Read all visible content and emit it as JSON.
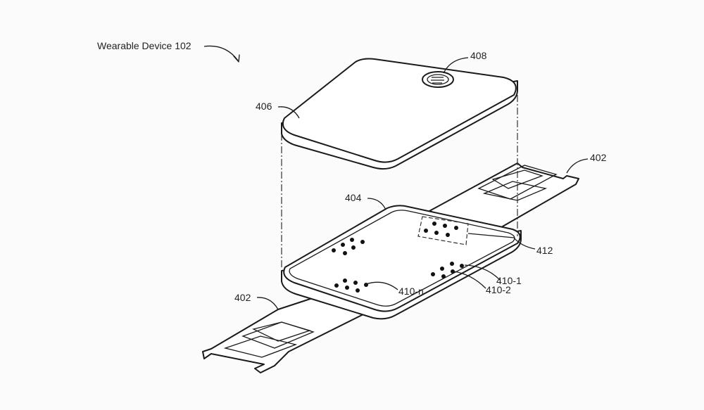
{
  "figure": {
    "title_label": "Wearable Device 102",
    "labels": {
      "cover": "406",
      "button": "408",
      "band_upper": "402",
      "band_lower": "402",
      "base": "404",
      "sensor_region": "412",
      "sensor_1": "410-1",
      "sensor_2": "410-2",
      "sensor_n": "410-n"
    }
  }
}
